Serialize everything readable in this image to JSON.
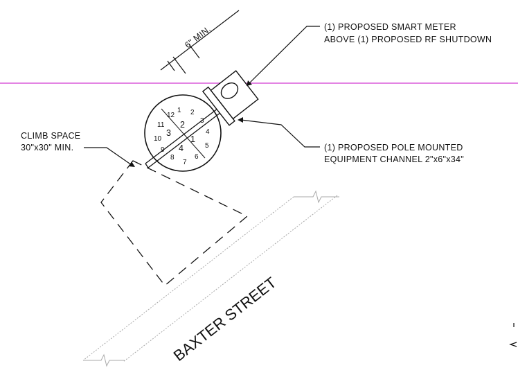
{
  "callouts": {
    "meter_line1": "(1) PROPOSED SMART METER",
    "meter_line2": "ABOVE (1) PROPOSED RF SHUTDOWN",
    "channel_line1": "(1) PROPOSED POLE MOUNTED",
    "channel_line2": "EQUIPMENT CHANNEL 2\"x6\"x34\"",
    "climb_line1": "CLIMB SPACE",
    "climb_line2": "30\"x30\" MIN."
  },
  "dimension": {
    "label": "6\" MIN."
  },
  "street": {
    "label": "BAXTER STREET"
  },
  "pole_sectors": {
    "outer": [
      "12",
      "1",
      "2",
      "3",
      "4",
      "5",
      "6",
      "7",
      "8",
      "9",
      "10",
      "11"
    ],
    "inner": [
      "1",
      "2",
      "3",
      "4"
    ]
  },
  "colors": {
    "line": "#111111",
    "reference_line": "#d23bd2",
    "street_edge": "#a8a8a8"
  }
}
